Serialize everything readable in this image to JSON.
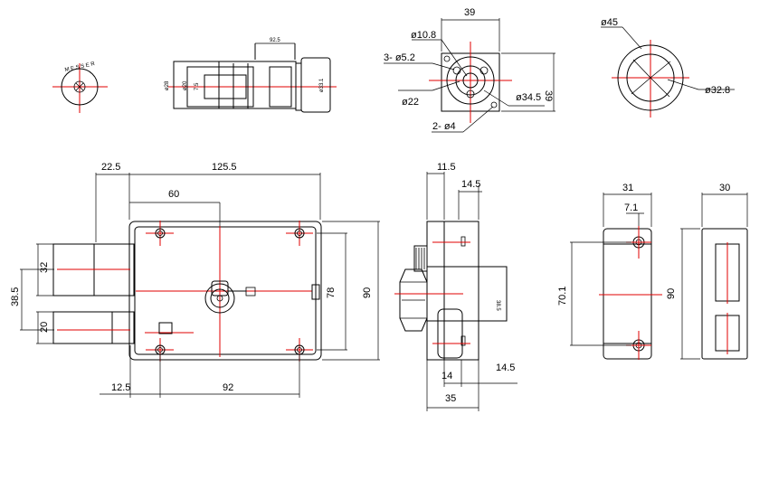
{
  "colors": {
    "line": "#000000",
    "center": "#e00000",
    "background": "#ffffff"
  },
  "top": {
    "side_view": {
      "dim_a": "92.5",
      "dim_b": "ø28",
      "dim_c": "ø20",
      "dim_d": "7.5",
      "dim_e": "ø33.1"
    },
    "front_face": {
      "width": "39",
      "height": "39",
      "d1": "ø10.8",
      "d2": "3- ø5.2",
      "d3": "ø22",
      "d4": "ø34.5",
      "d5": "2- ø4"
    },
    "round_view": {
      "d_outer": "ø45",
      "d_inner": "ø32.8"
    }
  },
  "main": {
    "d1": "22.5",
    "d2": "125.5",
    "d3": "60",
    "d4": "32",
    "d5": "38.5",
    "d6": "20",
    "d7": "78",
    "d8": "90",
    "d9": "12.5",
    "d10": "92"
  },
  "side": {
    "d1": "11.5",
    "d2": "14.5",
    "d3": "38.5",
    "d4": "14",
    "d5": "14.5",
    "d6": "35"
  },
  "right": {
    "d1": "31",
    "d2": "7.1",
    "d3": "70.1",
    "d4": "30",
    "d5": "90"
  }
}
